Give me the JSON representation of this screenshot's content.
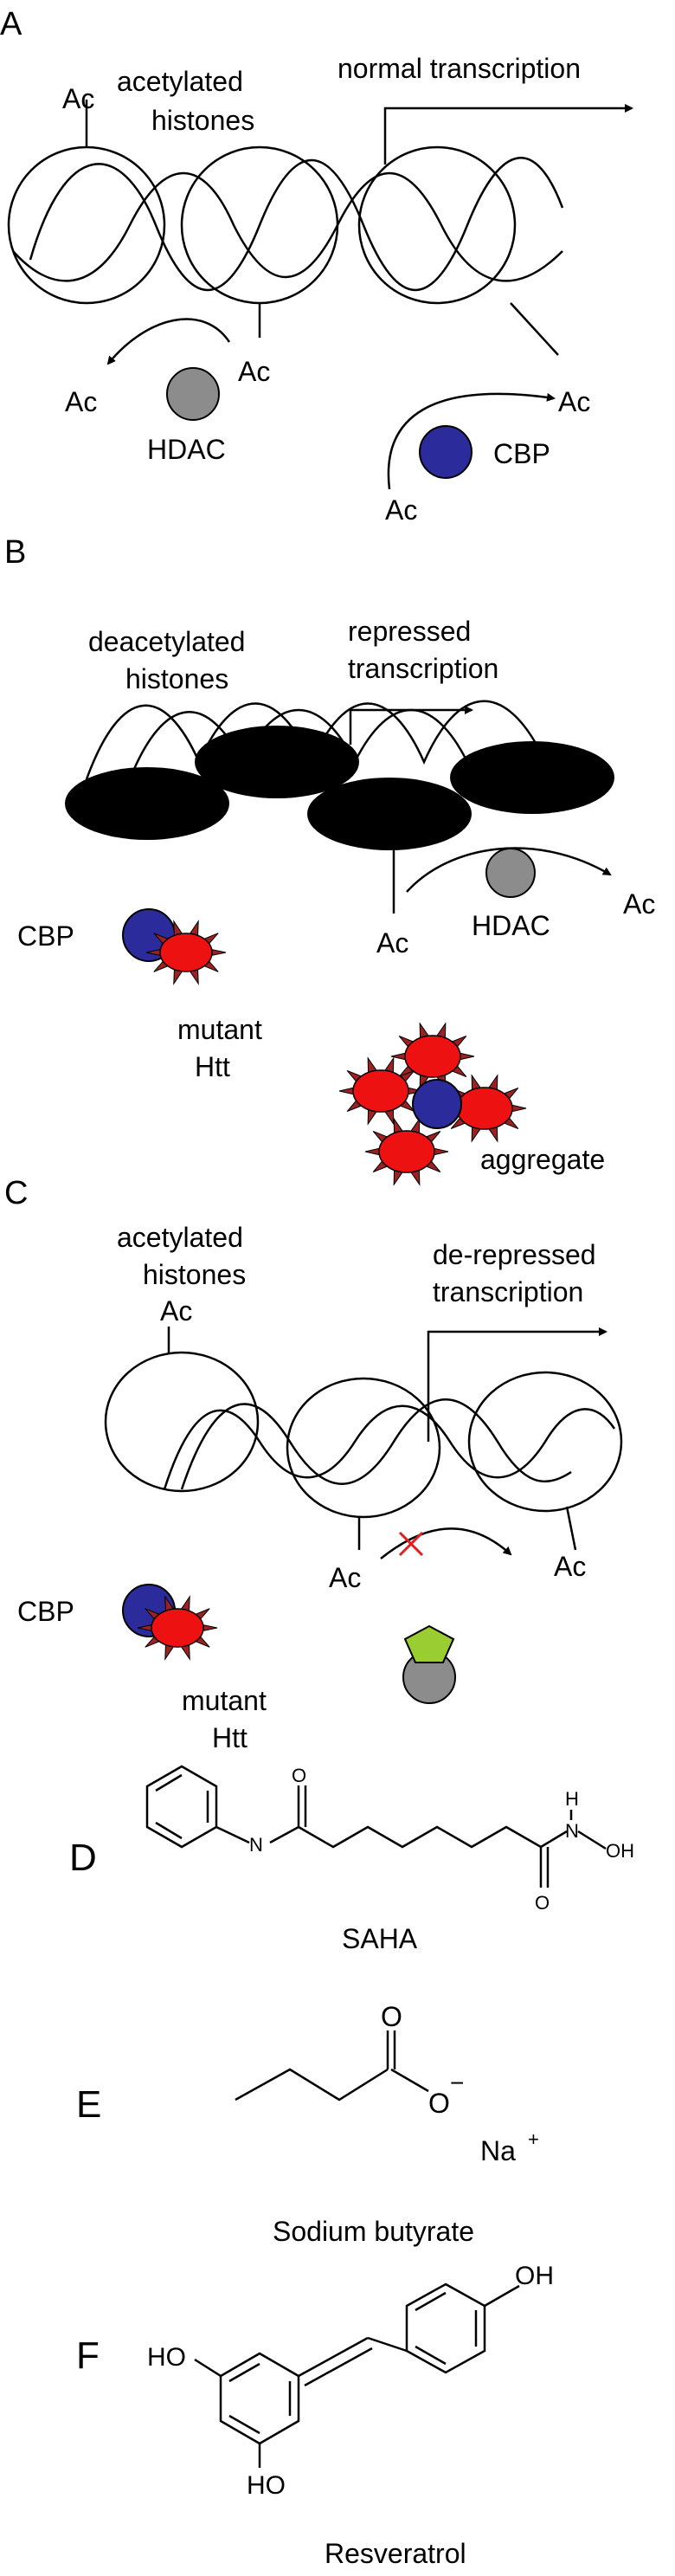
{
  "panels": {
    "A": {
      "letter": "A",
      "ac": "Ac",
      "acetylated": "acetylated",
      "histones": "histones",
      "normal_transcription": "normal transcription",
      "hdac": "HDAC",
      "cbp": "CBP"
    },
    "B": {
      "letter": "B",
      "deacetylated": "deacetylated",
      "histones": "histones",
      "repressed": "repressed",
      "transcription": "transcription",
      "cbp": "CBP",
      "mutant": "mutant",
      "htt": "Htt",
      "ac": "Ac",
      "hdac": "HDAC",
      "aggregate": "aggregate"
    },
    "C": {
      "letter": "C",
      "acetylated": "acetylated",
      "histones": "histones",
      "ac": "Ac",
      "derepressed": "de-repressed",
      "transcription": "transcription",
      "cbp": "CBP",
      "mutant": "mutant",
      "htt": "Htt"
    },
    "D": {
      "letter": "D",
      "name": "SAHA",
      "n": "N",
      "h": "H",
      "o": "O",
      "oh": "OH"
    },
    "E": {
      "letter": "E",
      "name": "Sodium butyrate",
      "o": "O",
      "minus": "−",
      "na": "Na",
      "plus": "+"
    },
    "F": {
      "letter": "F",
      "name": "Resveratrol",
      "ho": "HO",
      "oh": "OH"
    }
  },
  "colors": {
    "hdac_gray": "#8c8c8c",
    "cbp_blue": "#2b2b9c",
    "htt_red": "#ee1111",
    "spike_red": "#9c2222",
    "inhibitor_green": "#9acd32",
    "x_red": "#e02020"
  }
}
